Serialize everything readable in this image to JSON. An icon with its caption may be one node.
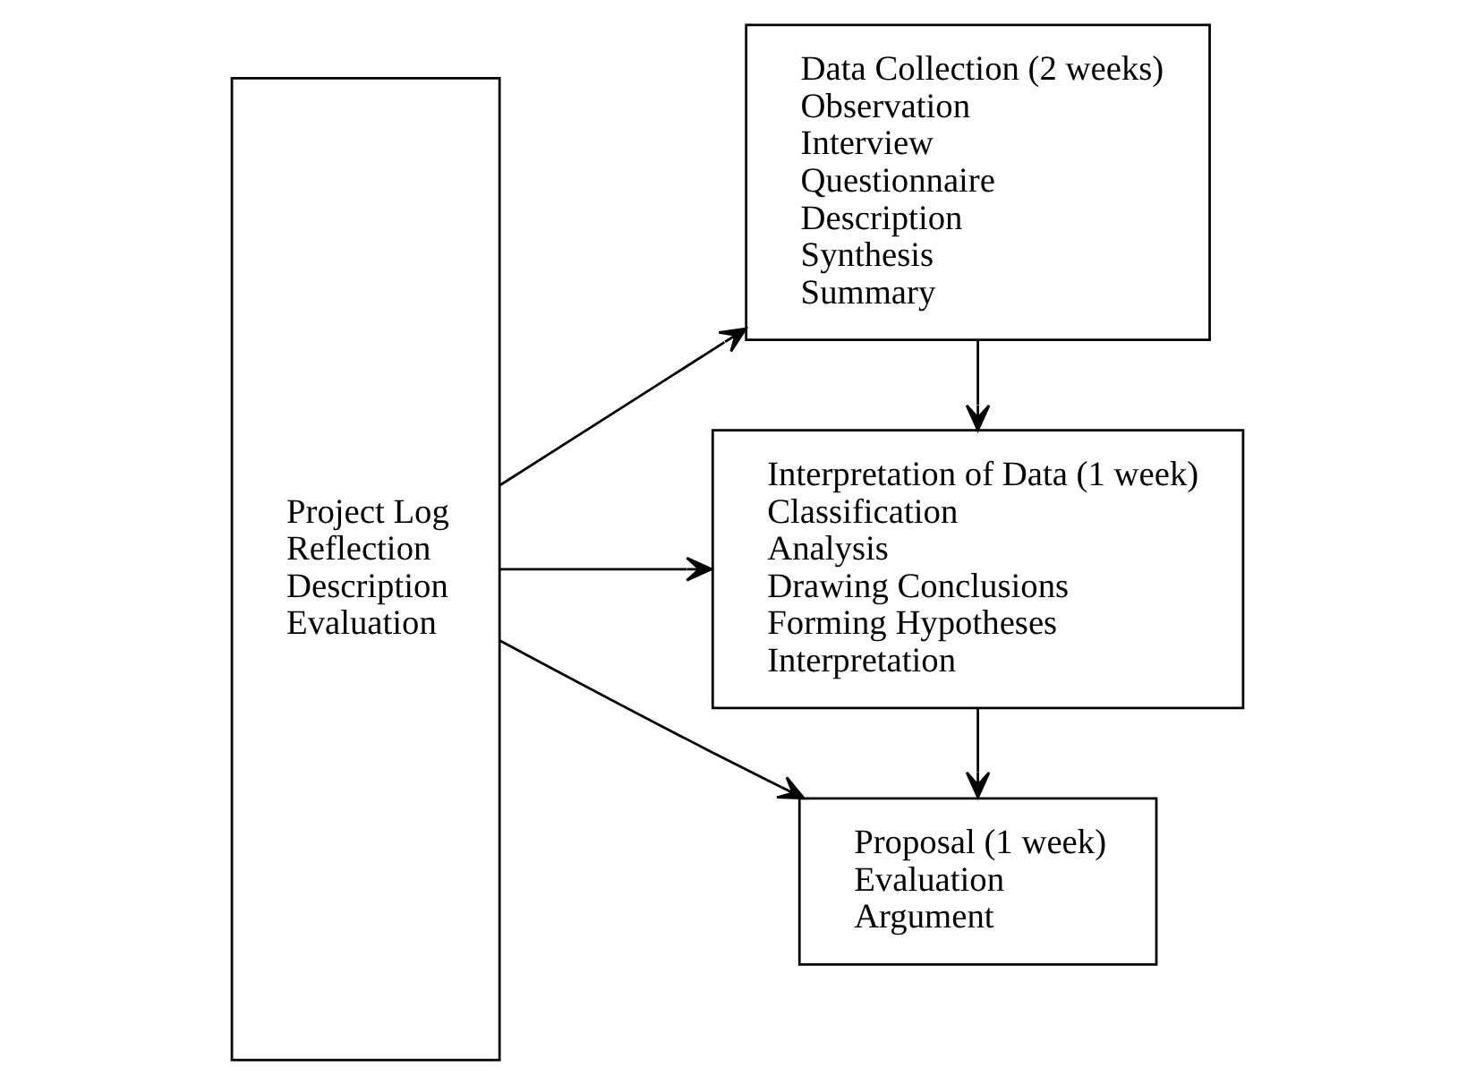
{
  "diagram": {
    "nodes": [
      {
        "text": [
          "Project Log",
          "Reflection",
          "Description",
          "Evaluation"
        ]
      },
      {
        "text": [
          "Data Collection (2 weeks)",
          "Observation",
          "Interview",
          "Questionnaire",
          "Description",
          "Synthesis",
          "Summary"
        ]
      },
      {
        "text": [
          "Interpretation of Data (1 week)",
          "Classification",
          "Analysis",
          "Drawing Conclusions",
          "Forming Hypotheses",
          "Interpretation"
        ]
      },
      {
        "text": [
          "Proposal (1 week)",
          "Evaluation",
          "Argument"
        ]
      }
    ],
    "edges": [
      {
        "from": 0,
        "to": 1,
        "arrow": "to"
      },
      {
        "from": 1,
        "to": 2,
        "arrow": "to"
      },
      {
        "from": 0,
        "to": 2,
        "arrow": "to"
      },
      {
        "from": 2,
        "to": 3,
        "arrow": "to"
      },
      {
        "from": 0,
        "to": 3,
        "arrow": "to"
      }
    ]
  }
}
